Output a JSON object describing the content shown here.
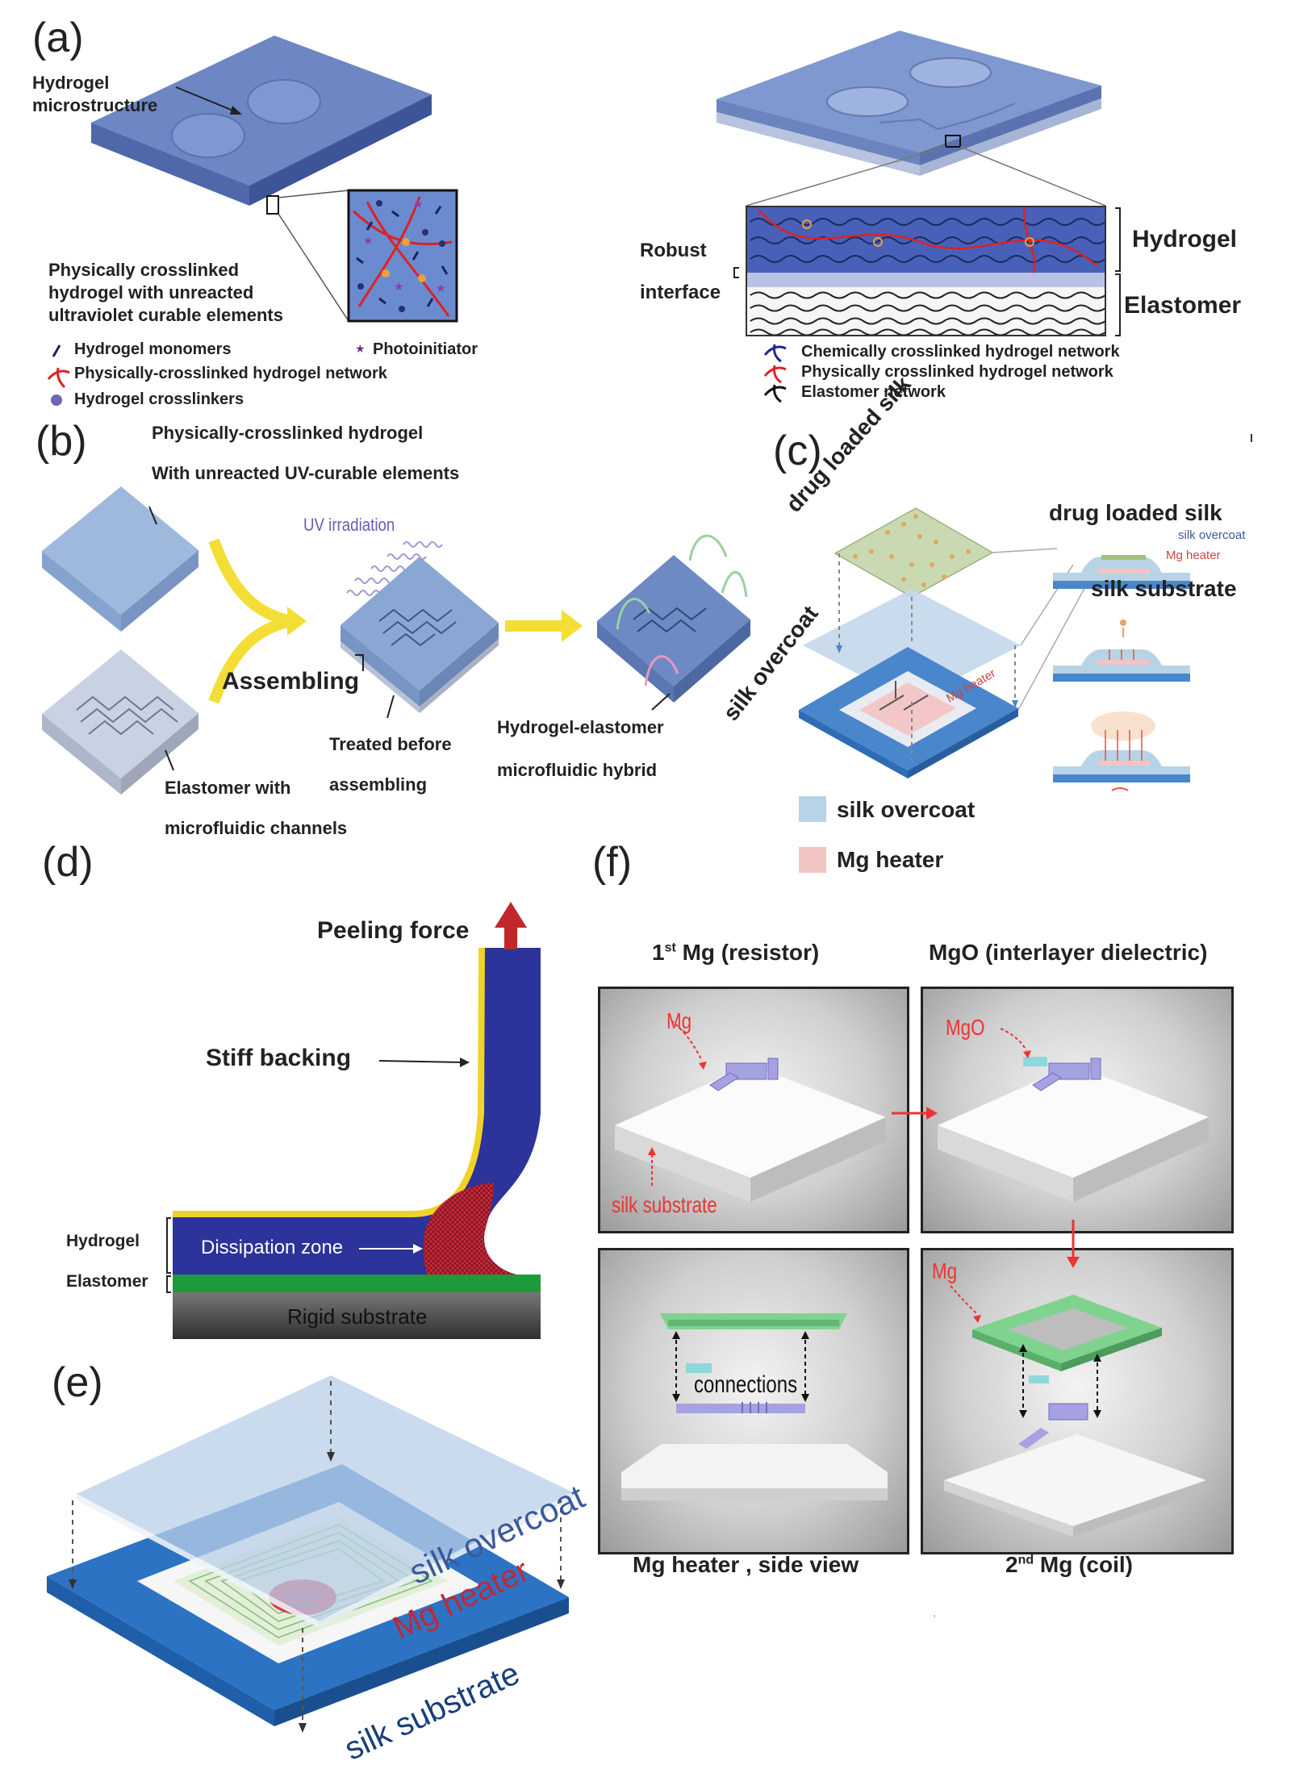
{
  "panel_labels": {
    "a": "(a)",
    "b": "(b)",
    "c": "(c)",
    "d": "(d)",
    "e": "(e)",
    "f": "(f)"
  },
  "a": {
    "microstructure_label": [
      "Hydrogel",
      "microstructure"
    ],
    "caption": [
      "Physically crosslinked",
      "hydrogel with unreacted",
      "ultraviolet curable elements"
    ],
    "legend_left": [
      "Hydrogel monomers",
      "Physically-crosslinked hydrogel network",
      "Hydrogel crosslinkers"
    ],
    "legend_photoinitiator": "Photoinitiator",
    "robust_interface": [
      "Robust",
      "interface"
    ],
    "layer_hydrogel": "Hydrogel",
    "layer_elastomer": "Elastomer",
    "legend_right": [
      "Chemically crosslinked hydrogel network",
      "Physically crosslinked hydrogel network",
      "Elastomer network"
    ]
  },
  "b": {
    "hydrogel_label": [
      "Physically-crosslinked hydrogel",
      "With unreacted UV-curable elements"
    ],
    "uv_label": "UV irradiation",
    "assembling": "Assembling",
    "elastomer_label": [
      "Elastomer with",
      "microfluidic channels"
    ],
    "treated_label": [
      "Treated before",
      "assembling"
    ],
    "hybrid_label": [
      "Hydrogel-elastomer",
      "microfluidic hybrid"
    ]
  },
  "c": {
    "drug_loaded_rotated": "drug loaded silk",
    "silk_overcoat_rotated": "silk overcoat",
    "mg_heater_small": "Mg heater",
    "drug_loaded_silk": "drug loaded silk",
    "silk_overcoat_small": "silk overcoat",
    "mg_heater_tiny": "Mg heater",
    "silk_substrate": "silk substrate",
    "legend_silk_overcoat": "silk overcoat",
    "legend_mg_heater": "Mg heater",
    "colors": {
      "silk_overcoat": "#b9d3e6",
      "mg_heater": "#f2c4c4"
    }
  },
  "d": {
    "peeling_force": "Peeling force",
    "stiff_backing": "Stiff backing",
    "dissipation_zone": "Dissipation zone",
    "hydrogel": "Hydrogel",
    "elastomer": "Elastomer",
    "rigid_substrate": "Rigid substrate"
  },
  "e": {
    "silk_overcoat": "silk overcoat",
    "mg_heater": "Mg heater",
    "silk_substrate": "silk substrate"
  },
  "f": {
    "title_1_main": "1",
    "title_1_sup": "st",
    "title_1_rest": " Mg (resistor)",
    "title_2": "MgO (interlayer dielectric)",
    "tl_mg": "Mg",
    "tl_substrate": "silk substrate",
    "tr_mgo": "MgO",
    "br_mg": "Mg",
    "bl_connections": "connections",
    "caption_left": "Mg heater , side view",
    "caption_right_main": "2",
    "caption_right_sup": "nd",
    "caption_right_rest": " Mg (coil)"
  }
}
